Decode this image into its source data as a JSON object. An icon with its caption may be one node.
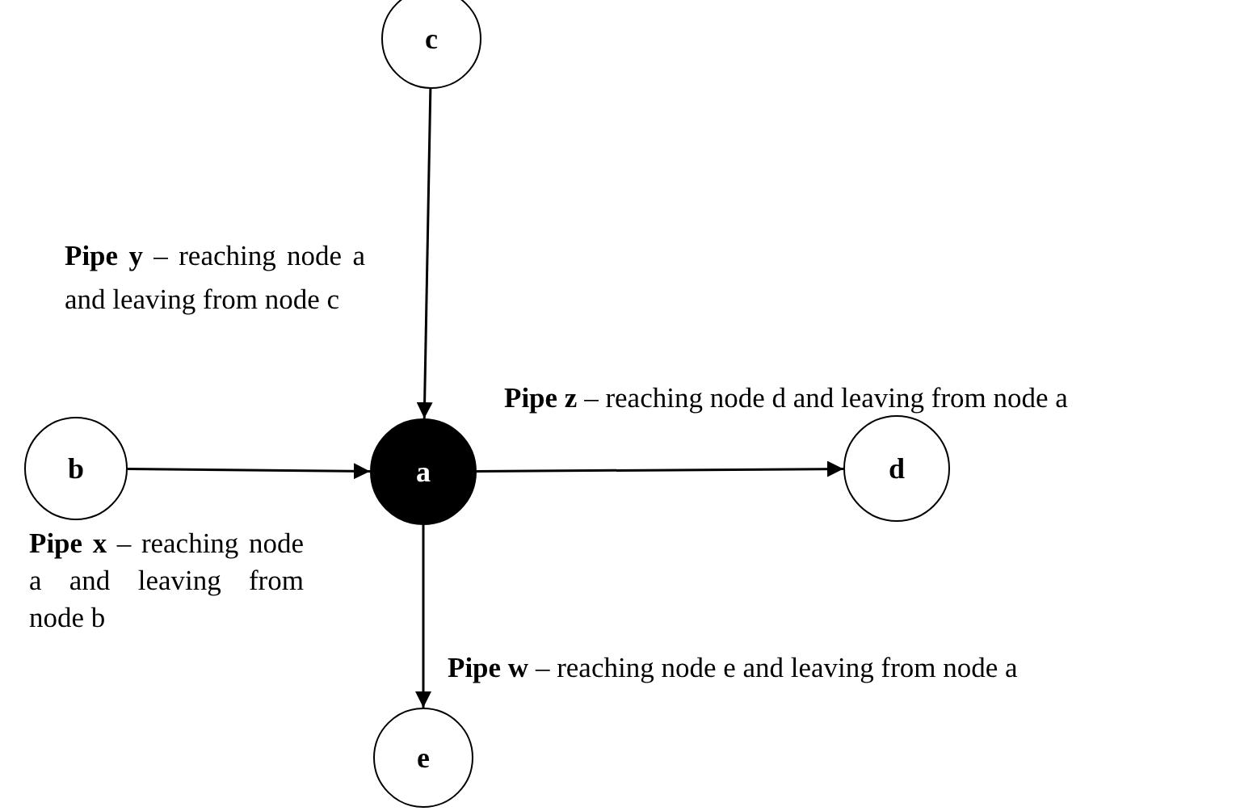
{
  "diagram": {
    "nodes": [
      {
        "text": [
          "c"
        ]
      },
      {
        "text": [
          "b"
        ]
      },
      {
        "text": [
          "a"
        ]
      },
      {
        "text": [
          "d"
        ]
      },
      {
        "text": [
          "e"
        ]
      }
    ],
    "edges": [
      {
        "from": 0,
        "to": 2,
        "arrow": "to",
        "label": "**Pipe y** – reaching node a and leaving from node c"
      },
      {
        "from": 1,
        "to": 2,
        "arrow": "to",
        "label": "**Pipe x** – reaching node a and leaving from node b"
      },
      {
        "from": 2,
        "to": 3,
        "arrow": "to",
        "label": "**Pipe z** – reaching node d and leaving from node a"
      },
      {
        "from": 2,
        "to": 4,
        "arrow": "to",
        "label": "**Pipe w** – reaching node e and leaving from node a"
      }
    ]
  }
}
